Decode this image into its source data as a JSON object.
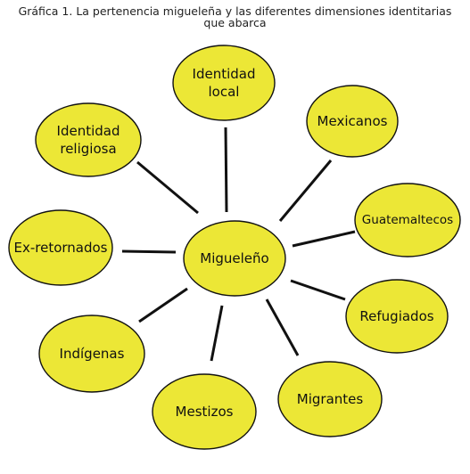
{
  "title": "Gráfica 1. La pertenencia migueleña y las diferentes dimensiones identitarias que abarca",
  "colors": {
    "node_fill": "#ece736",
    "node_stroke": "#111111",
    "connector": "#111111"
  },
  "center": {
    "lines": [
      "Migueleño"
    ]
  },
  "nodes": [
    {
      "id": "identidad-local",
      "lines": [
        "Identidad",
        "local"
      ]
    },
    {
      "id": "mexicanos",
      "lines": [
        "Mexicanos"
      ]
    },
    {
      "id": "guatemaltecos",
      "lines": [
        "Guatemaltecos"
      ]
    },
    {
      "id": "refugiados",
      "lines": [
        "Refugiados"
      ]
    },
    {
      "id": "migrantes",
      "lines": [
        "Migrantes"
      ]
    },
    {
      "id": "mestizos",
      "lines": [
        "Mestizos"
      ]
    },
    {
      "id": "indigenas",
      "lines": [
        "Indígenas"
      ]
    },
    {
      "id": "ex-retornados",
      "lines": [
        "Ex-retornados"
      ]
    },
    {
      "id": "identidad-religiosa",
      "lines": [
        "Identidad",
        "religiosa"
      ]
    }
  ]
}
